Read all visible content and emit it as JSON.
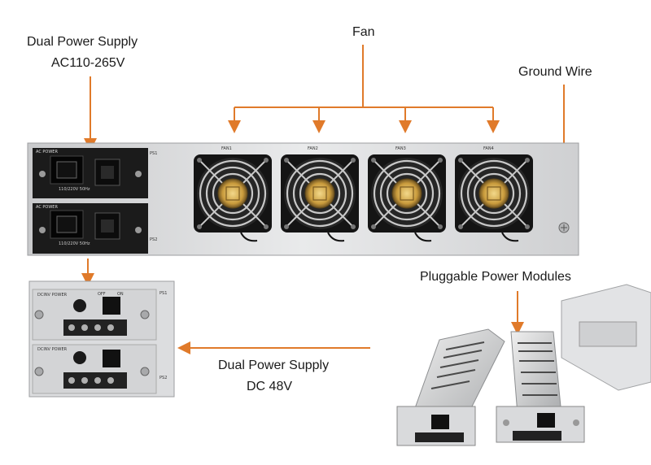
{
  "labels": {
    "ac_supply_line1": "Dual Power Supply",
    "ac_supply_line2": "AC110-265V",
    "fan": "Fan",
    "ground_wire": "Ground Wire",
    "pluggable": "Pluggable Power Modules",
    "dc_supply_line1": "Dual Power Supply",
    "dc_supply_line2": "DC 48V"
  },
  "chassis": {
    "fans": [
      "FAN1",
      "FAN2",
      "FAN3",
      "FAN4"
    ],
    "ps1": "PS1",
    "ps2": "PS2",
    "ac_module_title": "AC POWER",
    "ac_rating": "110/220V 50Hz"
  },
  "dc_panel": {
    "module_title": "DCINV POWER",
    "ps1": "PS1",
    "ps2": "PS2",
    "off": "OFF",
    "on": "ON"
  },
  "colors": {
    "arrow": "#e07a2a",
    "panel": "#d8d9db",
    "module": "#1b1b1b",
    "fan_hub": "#d9b45a"
  }
}
